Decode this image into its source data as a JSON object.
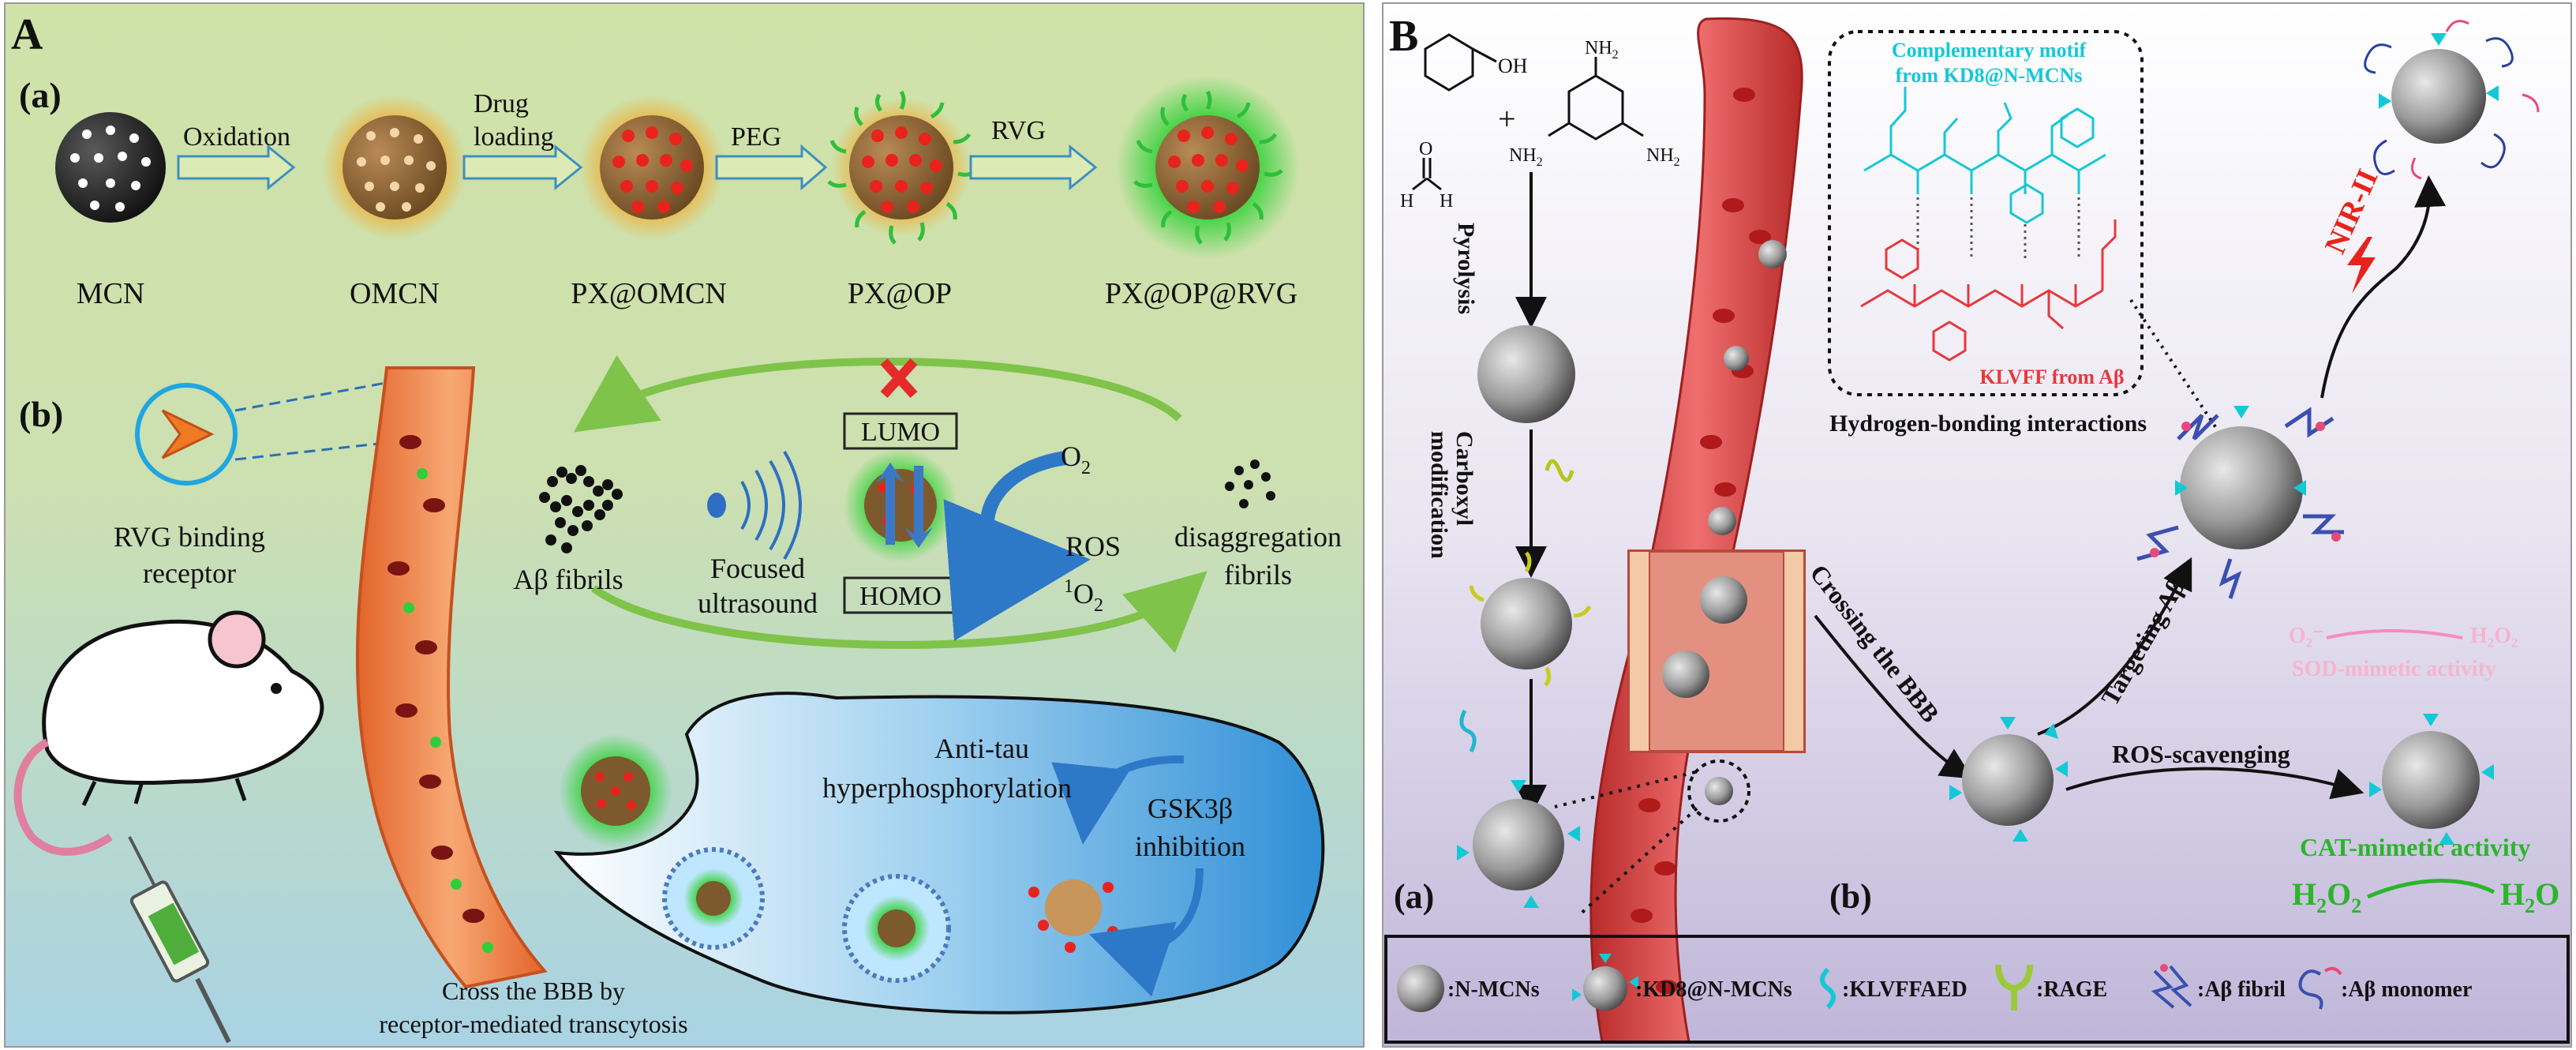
{
  "panel_a": {
    "letter": "A",
    "sub_a": "(a)",
    "sub_b": "(b)",
    "steps": [
      "MCN",
      "OMCN",
      "PX@OMCN",
      "PX@OP",
      "PX@OP@RVG"
    ],
    "arrows": [
      "Oxidation",
      "Drug",
      "loading",
      "PEG",
      "RVG"
    ],
    "rvg_label_1": "RVG binding",
    "rvg_label_2": "receptor",
    "lumo": "LUMO",
    "homo": "HOMO",
    "o2": "O",
    "o2_sub": "2",
    "ros": "ROS",
    "singlet_sup": "1",
    "singlet": "O",
    "singlet_sub": "2",
    "fibrils": "Aβ fibrils",
    "focused_1": "Focused",
    "focused_2": "ultrasound",
    "disagg_1": "disaggregation",
    "disagg_2": "fibrils",
    "antitau_1": "Anti-tau",
    "antitau_2": "hyperphosphorylation",
    "gsk_1": "GSK3β",
    "gsk_2": "inhibition",
    "bbb_1": "Cross the BBB by",
    "bbb_2": "receptor-mediated transcytosis"
  },
  "panel_b": {
    "letter": "B",
    "oh": "OH",
    "nh2": "NH",
    "nh2_sub": "2",
    "n": "N",
    "plus": "+",
    "o": "O",
    "h": "H",
    "pyrolysis": "Pyrolysis",
    "carboxyl": "Carboxyl",
    "modification": "modification",
    "motif_1": "Complementary motif",
    "motif_2": "from KD8@N-MCNs",
    "klvff": "KLVFF from Aβ",
    "hbond": "Hydrogen-bonding interactions",
    "nir": "NIR-II",
    "crossing": "Crossing the BBB",
    "targeting": "Targeting Aβ",
    "ros_scav": "ROS-scavenging",
    "o2_faint": "O₂⁻",
    "h2o2_faint": "H₂O₂",
    "sod": "SOD-mimetic activity",
    "cat": "CAT-mimetic activity",
    "h2o2": "H",
    "h2o2_o": "O",
    "h2o": "H",
    "h2o_o": "O",
    "sub2": "2",
    "label_a": "(a)",
    "label_b": "(b)",
    "legend": [
      ":N-MCNs",
      ":KD8@N-MCNs",
      ":KLVFFAED",
      ":RAGE",
      ":Aβ fibril",
      ":Aβ monomer"
    ]
  },
  "colors": {
    "cyan": "#14c8d6",
    "red": "#e8383c",
    "green": "#2bb52b",
    "pink": "#f48cc0"
  }
}
